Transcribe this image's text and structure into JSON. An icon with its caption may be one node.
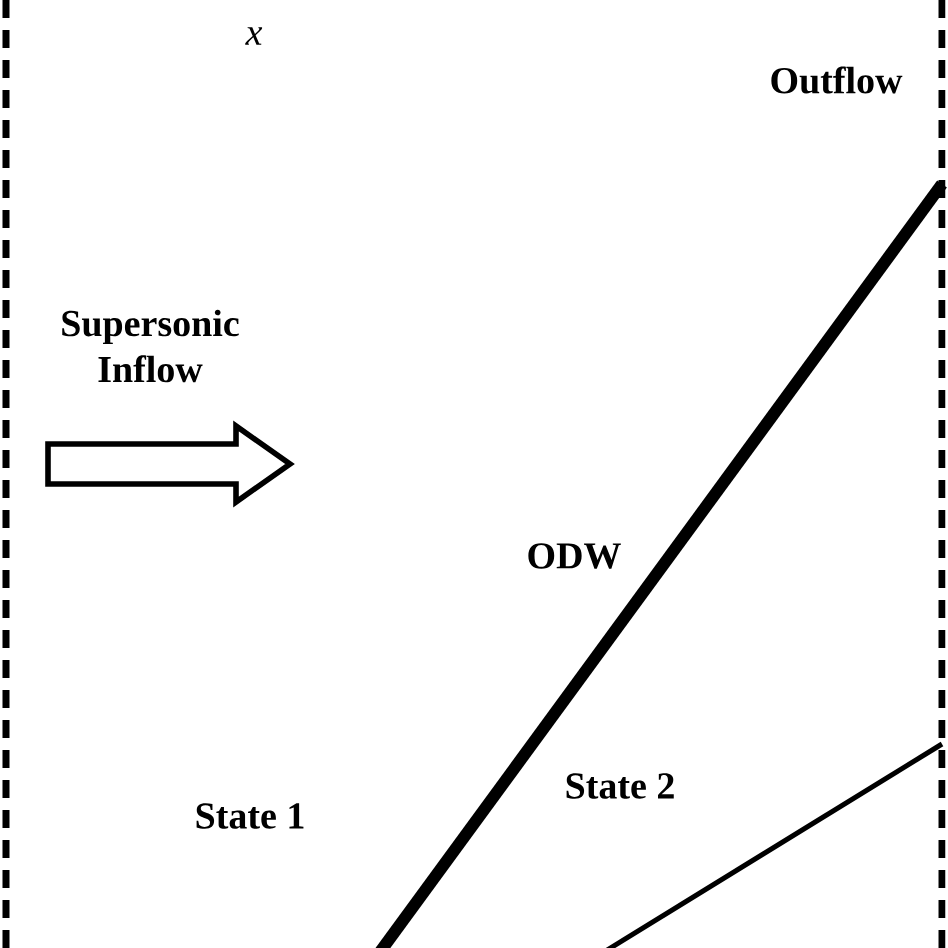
{
  "diagram": {
    "labels": [
      "$x$",
      "Outflow",
      "Supersonic Inflow",
      "ODW",
      "State 1",
      "State 2"
    ]
  }
}
